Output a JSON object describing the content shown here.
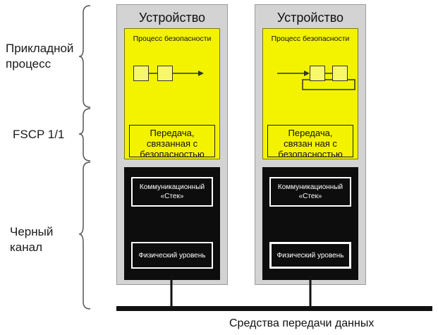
{
  "layers": {
    "application": [
      "Прикладной",
      "процесс"
    ],
    "fscp": "FSCP 1/1",
    "black_channel": [
      "Черный",
      "канал"
    ]
  },
  "devices": [
    {
      "title": "Устройство",
      "safety_process": "Процесс безопасности",
      "safety_transfer": [
        "Передача,",
        "связанная с",
        "безопасностью"
      ],
      "comm_stack": [
        "Коммуникационный",
        "«Стек»"
      ],
      "physical_layer": "Физический уровень"
    },
    {
      "title": "Устройство",
      "safety_process": "Процесс безопасности",
      "safety_transfer": [
        "Передача,",
        "связан ная с",
        "безопасностью"
      ],
      "comm_stack": [
        "Коммуникационный",
        "«Стек»"
      ],
      "physical_layer": "Физический уровень"
    }
  ],
  "bus_label": "Средства передачи данных",
  "colors": {
    "device_bg": "#d3d3d3",
    "safety_layer": "#f3f300",
    "black_channel": "#0d0d0d"
  }
}
